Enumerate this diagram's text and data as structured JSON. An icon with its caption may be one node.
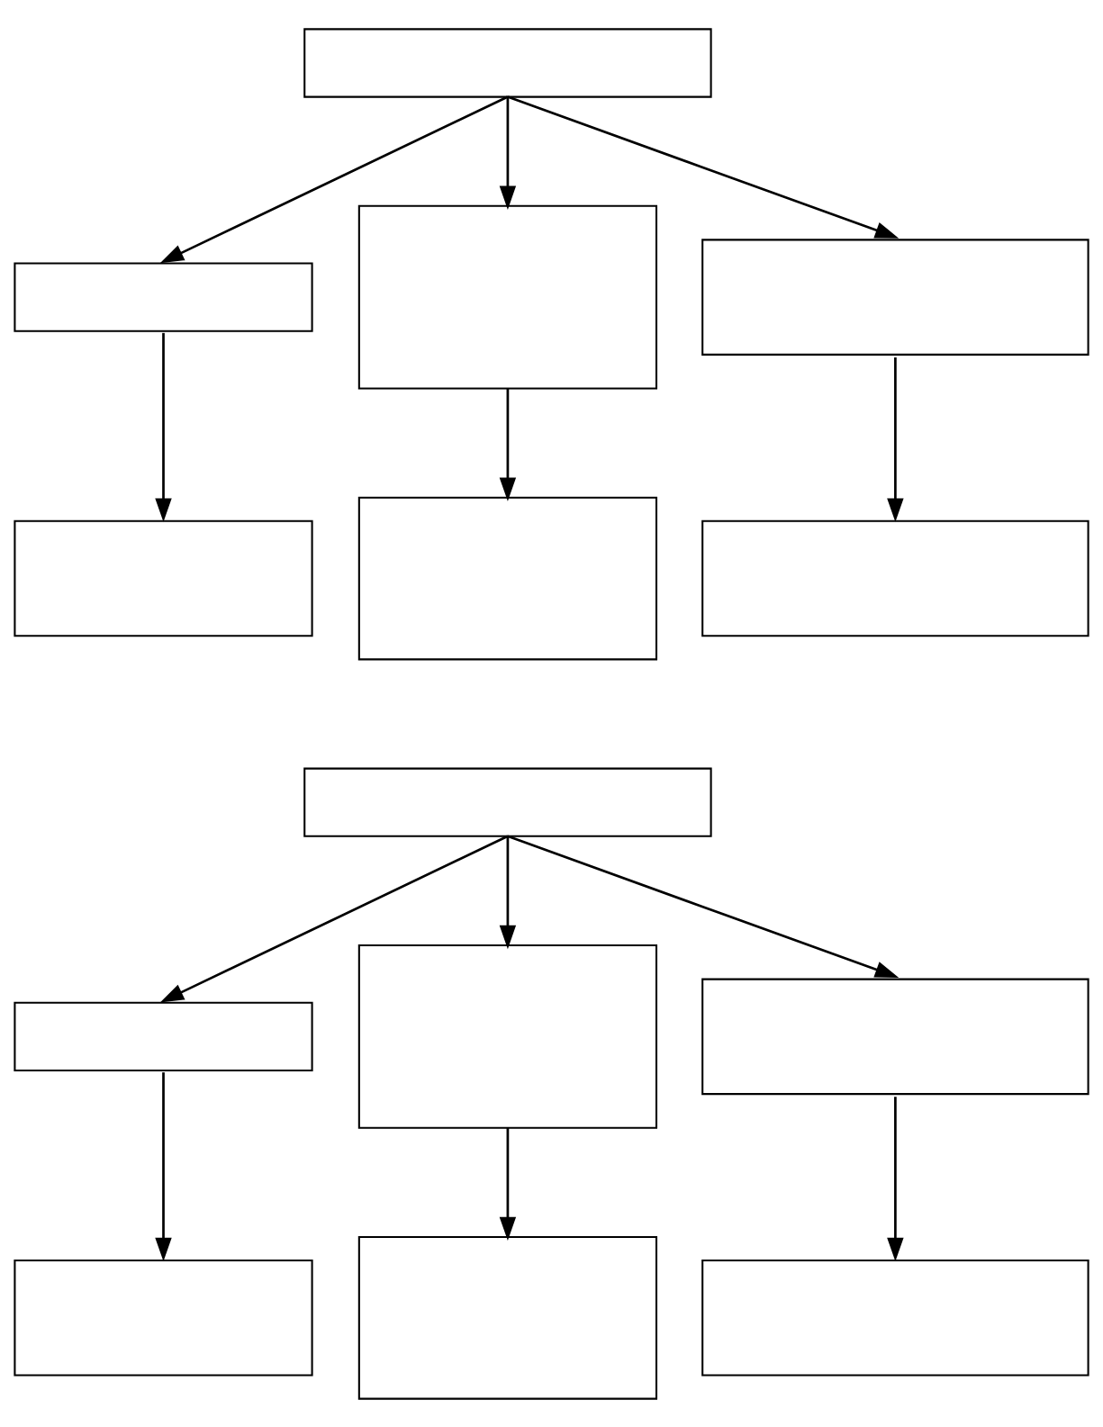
{
  "diagram": {
    "nodes": [
      {
        "text": [],
        "shape": "box"
      },
      {
        "text": [],
        "shape": "box"
      },
      {
        "text": [],
        "shape": "box"
      },
      {
        "text": [],
        "shape": "box"
      },
      {
        "text": [],
        "shape": "box"
      },
      {
        "text": [],
        "shape": "box"
      },
      {
        "text": [],
        "shape": "box"
      },
      {
        "text": [],
        "shape": "box"
      },
      {
        "text": [],
        "shape": "box"
      },
      {
        "text": [],
        "shape": "box"
      },
      {
        "text": [],
        "shape": "box"
      },
      {
        "text": [],
        "shape": "box"
      },
      {
        "text": [],
        "shape": "box"
      },
      {
        "text": [],
        "shape": "box"
      }
    ],
    "edges": [
      {
        "from": 0,
        "to": 1,
        "arrow": "to"
      },
      {
        "from": 0,
        "to": 2,
        "arrow": "to"
      },
      {
        "from": 0,
        "to": 3,
        "arrow": "to"
      },
      {
        "from": 1,
        "to": 4,
        "arrow": "to"
      },
      {
        "from": 2,
        "to": 5,
        "arrow": "to"
      },
      {
        "from": 3,
        "to": 6,
        "arrow": "to"
      },
      {
        "from": 7,
        "to": 8,
        "arrow": "to"
      },
      {
        "from": 7,
        "to": 9,
        "arrow": "to"
      },
      {
        "from": 7,
        "to": 10,
        "arrow": "to"
      },
      {
        "from": 8,
        "to": 11,
        "arrow": "to"
      },
      {
        "from": 9,
        "to": 12,
        "arrow": "to"
      },
      {
        "from": 10,
        "to": 13,
        "arrow": "to"
      }
    ]
  }
}
